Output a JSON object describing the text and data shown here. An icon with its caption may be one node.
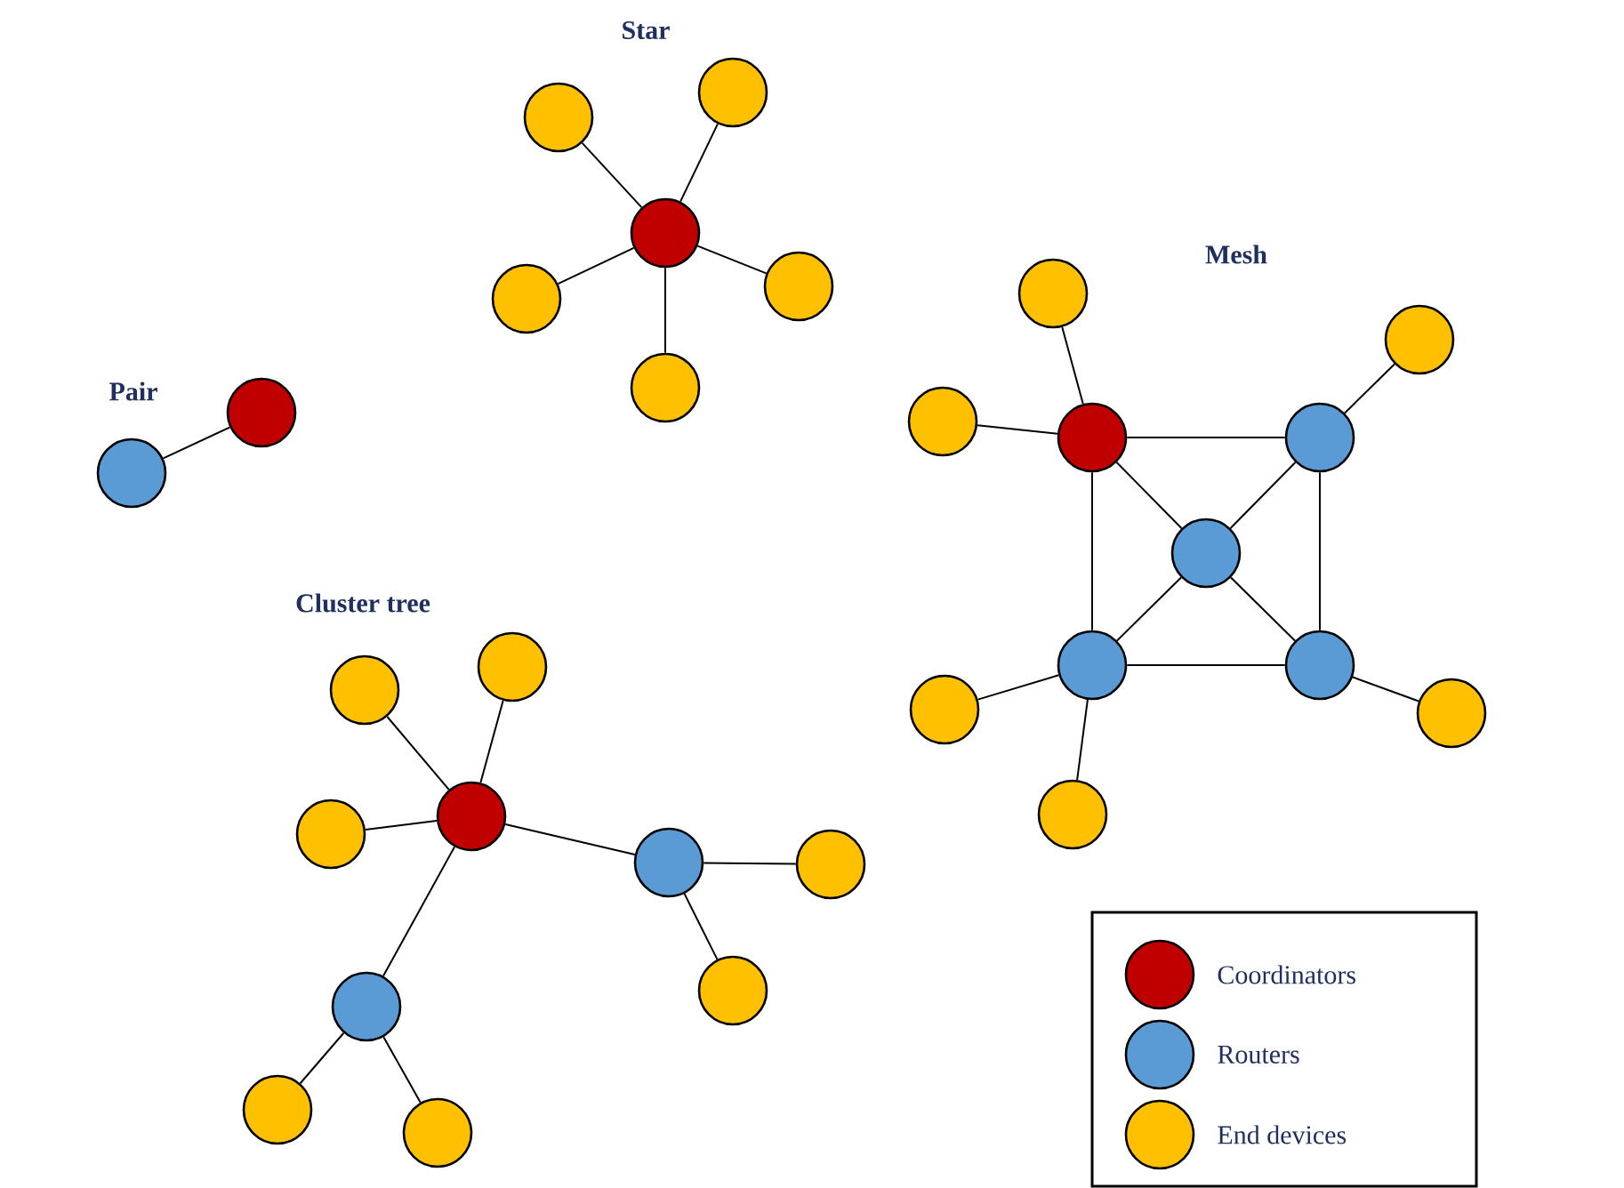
{
  "diagram": {
    "nodes": [
      {
        "text": [],
        "shape": "circle"
      },
      {
        "text": [],
        "shape": "circle"
      },
      {
        "text": [],
        "shape": "circle"
      },
      {
        "text": [],
        "shape": "circle"
      },
      {
        "text": [],
        "shape": "circle"
      },
      {
        "text": [],
        "shape": "circle"
      },
      {
        "text": [],
        "shape": "circle"
      },
      {
        "text": [],
        "shape": "circle"
      },
      {
        "text": [],
        "shape": "circle"
      },
      {
        "text": [],
        "shape": "circle"
      },
      {
        "text": [],
        "shape": "circle"
      },
      {
        "text": [],
        "shape": "circle"
      },
      {
        "text": [],
        "shape": "circle"
      },
      {
        "text": [],
        "shape": "circle"
      },
      {
        "text": [],
        "shape": "circle"
      },
      {
        "text": [],
        "shape": "circle"
      },
      {
        "text": [],
        "shape": "circle"
      },
      {
        "text": [],
        "shape": "circle"
      },
      {
        "text": [],
        "shape": "circle"
      },
      {
        "text": [],
        "shape": "circle"
      },
      {
        "text": [],
        "shape": "circle"
      },
      {
        "text": [],
        "shape": "circle"
      },
      {
        "text": [],
        "shape": "circle"
      },
      {
        "text": [],
        "shape": "circle"
      },
      {
        "text": [],
        "shape": "circle"
      },
      {
        "text": [],
        "shape": "circle"
      },
      {
        "text": [],
        "shape": "circle"
      },
      {
        "text": [],
        "shape": "circle"
      },
      {
        "text": [],
        "shape": "circle"
      }
    ],
    "edges": [
      {
        "from": 0,
        "to": 1,
        "arrow": "none"
      },
      {
        "from": 0,
        "to": 2,
        "arrow": "none"
      },
      {
        "from": 0,
        "to": 3,
        "arrow": "none"
      },
      {
        "from": 0,
        "to": 4,
        "arrow": "none"
      },
      {
        "from": 0,
        "to": 5,
        "arrow": "none"
      },
      {
        "from": 6,
        "to": 7,
        "arrow": "none"
      },
      {
        "from": 8,
        "to": 9,
        "arrow": "none"
      },
      {
        "from": 8,
        "to": 10,
        "arrow": "none"
      },
      {
        "from": 8,
        "to": 11,
        "arrow": "none"
      },
      {
        "from": 9,
        "to": 10,
        "arrow": "none"
      },
      {
        "from": 9,
        "to": 12,
        "arrow": "none"
      },
      {
        "from": 10,
        "to": 11,
        "arrow": "none"
      },
      {
        "from": 10,
        "to": 12,
        "arrow": "none"
      },
      {
        "from": 11,
        "to": 12,
        "arrow": "none"
      },
      {
        "from": 13,
        "to": 8,
        "arrow": "none"
      },
      {
        "from": 14,
        "to": 8,
        "arrow": "none"
      },
      {
        "from": 15,
        "to": 9,
        "arrow": "none"
      },
      {
        "from": 16,
        "to": 11,
        "arrow": "none"
      },
      {
        "from": 17,
        "to": 11,
        "arrow": "none"
      },
      {
        "from": 18,
        "to": 12,
        "arrow": "none"
      },
      {
        "from": 19,
        "to": 20,
        "arrow": "none"
      },
      {
        "from": 19,
        "to": 21,
        "arrow": "none"
      },
      {
        "from": 19,
        "to": 22,
        "arrow": "none"
      },
      {
        "from": 19,
        "to": 23,
        "arrow": "none"
      },
      {
        "from": 19,
        "to": 24,
        "arrow": "none"
      },
      {
        "from": 23,
        "to": 25,
        "arrow": "none"
      },
      {
        "from": 23,
        "to": 26,
        "arrow": "none"
      },
      {
        "from": 24,
        "to": 27,
        "arrow": "none"
      },
      {
        "from": 24,
        "to": 28,
        "arrow": "none"
      }
    ],
    "labels": [
      "Star",
      "Mesh",
      "Pair",
      "Cluster tree"
    ],
    "legend": [
      {
        "text": "Coordinators",
        "color": "#c00000"
      },
      {
        "text": "Routers",
        "color": "#5b9bd5"
      },
      {
        "text": "End devices",
        "color": "#ffc000"
      }
    ]
  }
}
